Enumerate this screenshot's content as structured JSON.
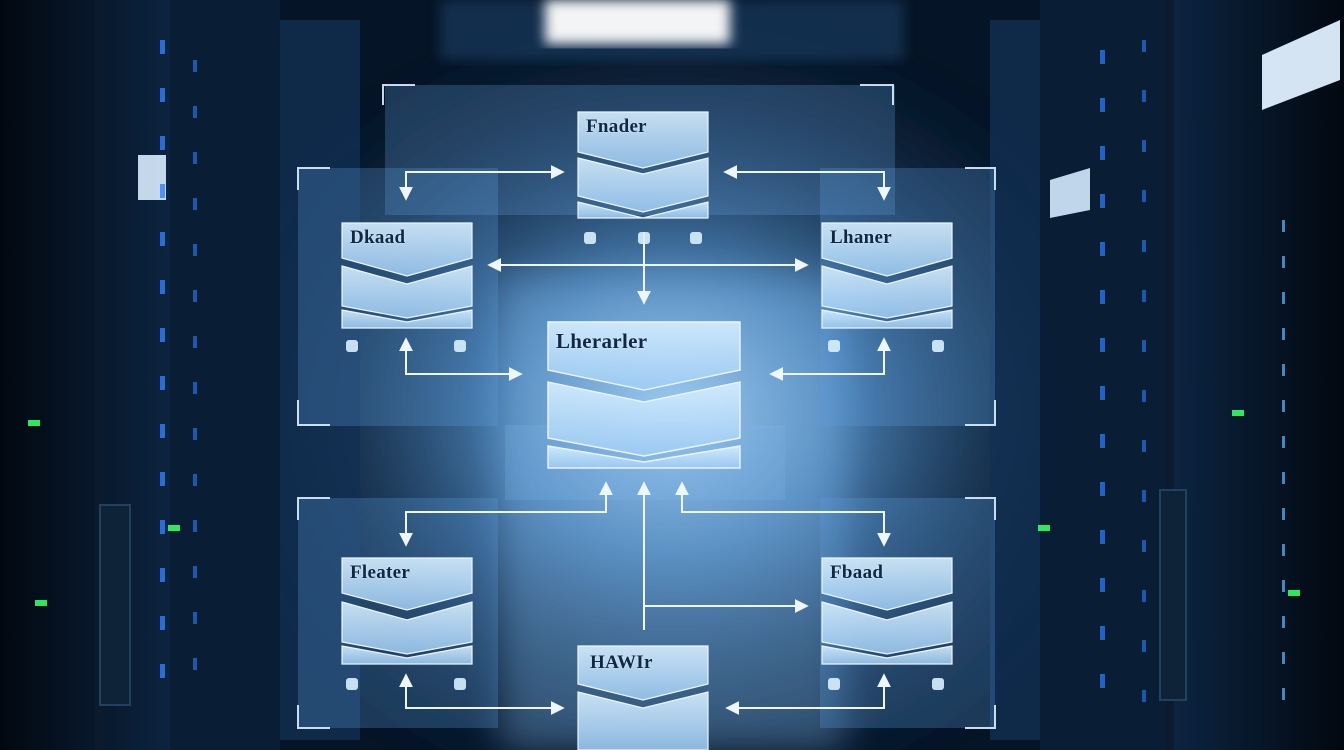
{
  "diagram": {
    "nodes": [
      {
        "id": "top",
        "label": "Fnader"
      },
      {
        "id": "left-upper",
        "label": "Dkaad"
      },
      {
        "id": "right-upper",
        "label": "Lhaner"
      },
      {
        "id": "center",
        "label": "Lherarler"
      },
      {
        "id": "left-lower",
        "label": "Fleater"
      },
      {
        "id": "right-lower",
        "label": "Fbaad"
      },
      {
        "id": "bottom",
        "label": "HAWIr"
      }
    ]
  },
  "colors": {
    "background": "#04101f",
    "aisle_glow": "#9fd3ff",
    "panel_fill": "#5f9fe0",
    "block_fill": "#bfe3ff",
    "arrow": "#e8f4ff",
    "led_blue": "#2f7fff",
    "led_green": "#33ff66"
  }
}
